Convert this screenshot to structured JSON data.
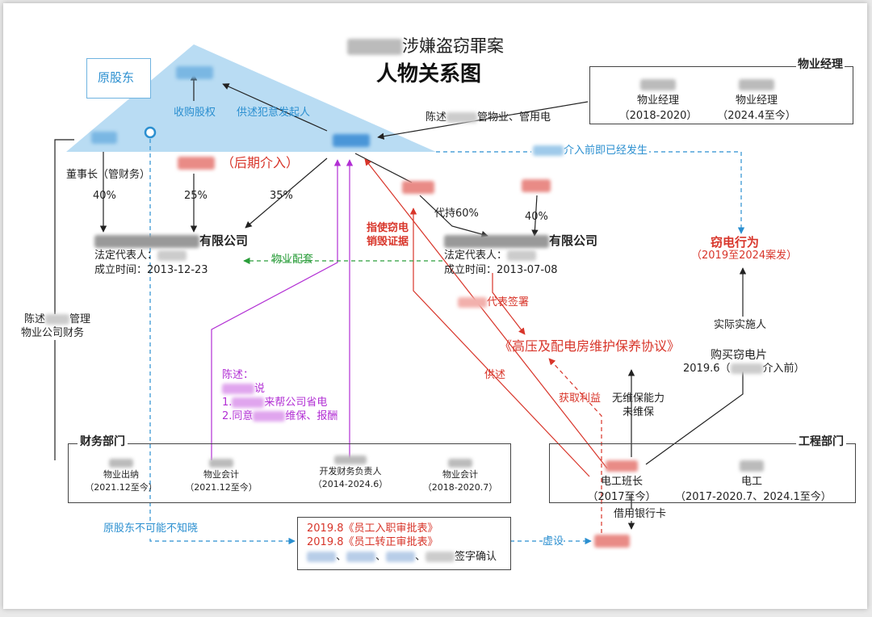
{
  "title": {
    "line1_suffix": "涉嫌盗窃罪案",
    "line2": "人物关系图"
  },
  "colors": {
    "blue_fill": "#b9dcf3",
    "blue": "#2b8fd0",
    "red": "#d8352a",
    "green": "#2a9d3a",
    "purple": "#b22fd4",
    "black": "#222222"
  },
  "triangle": {
    "original_shareholder": "原股东",
    "acquire_equity": "收购股权",
    "confess_initiator": "供述犯意发起人",
    "later_join": "（后期介入）"
  },
  "left_edges": {
    "chairman": "董事长（管财务）",
    "pct40": "40%",
    "pct25": "25%",
    "pct35": "35%"
  },
  "company1": {
    "name_suffix": "有限公司",
    "rep": "法定代表人：",
    "founded": "成立时间：2013-12-23"
  },
  "company2": {
    "name_suffix": "有限公司",
    "rep": "法定代表人：",
    "founded": "成立时间：2013-07-08",
    "proxy": "代持60%",
    "pct40": "40%"
  },
  "property_support": "物业配套",
  "property_manager": {
    "title": "物业经理",
    "p1_role": "物业经理",
    "p1_period": "（2018-2020）",
    "p2_role": "物业经理",
    "p2_period": "（2024.4至今）",
    "statement_prefix": "陈述",
    "statement_suffix": "管物业、管用电"
  },
  "already_happened": "介入前即已经发生",
  "theft": {
    "title": "窃电行为",
    "period": "（2019至2024案发）"
  },
  "instruct": {
    "line1": "指使窃电",
    "line2": "销毁证据"
  },
  "sign_on_behalf": "代表签署",
  "agreement": "《高压及配电房维护保养协议》",
  "confess": "供述",
  "gain": "获取利益",
  "left_statement": {
    "prefix": "陈述",
    "suffix": "管理",
    "line2": "物业公司财务"
  },
  "purple_statement": {
    "head": "陈述：",
    "say": "说",
    "item1_prefix": "1.",
    "item1_suffix": "来帮公司省电",
    "item2_prefix": "2.同意",
    "item2_suffix": "维保、报酬"
  },
  "no_capability": {
    "line1": "无维保能力",
    "line2": "未维保"
  },
  "actual_executor": "实际实施人",
  "buy_chip": {
    "line1": "购买窃电片",
    "line2_prefix": "2019.6（",
    "line2_suffix": "介入前）"
  },
  "finance": {
    "title": "财务部门",
    "members": [
      {
        "role": "物业出纳",
        "period": "（2021.12至今）"
      },
      {
        "role": "物业会计",
        "period": "（2021.12至今）"
      },
      {
        "role": "开发财务负责人",
        "period": "（2014-2024.6）"
      },
      {
        "role": "物业会计",
        "period": "（2018-2020.7）"
      }
    ]
  },
  "engineering": {
    "title": "工程部门",
    "foreman_role": "电工班长",
    "foreman_period": "（2017至今）",
    "electrician_role": "电工",
    "electrician_period": "（2017-2020.7、2024.1至今）"
  },
  "bank_card": "借用银行卡",
  "cannot_unaware": "原股东不可能不知晓",
  "forms": {
    "line1": "2019.8《员工入职审批表》",
    "line2": "2019.8《员工转正审批表》",
    "sign_confirm": "签字确认"
  },
  "fake": "虚设"
}
